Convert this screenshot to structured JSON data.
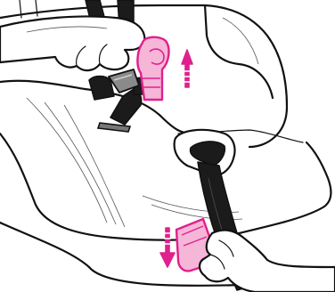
{
  "illustration": {
    "subject": "car-seat-harness-adjustment",
    "colors": {
      "accent": "#e0208c",
      "accent_fill": "#f6b6d8",
      "strap": "#1b1b1b",
      "outline": "#111111",
      "buckle": "#8a8a8a"
    },
    "arrows": [
      {
        "id": "upper",
        "direction": "up"
      },
      {
        "id": "lower",
        "direction": "down"
      }
    ]
  }
}
